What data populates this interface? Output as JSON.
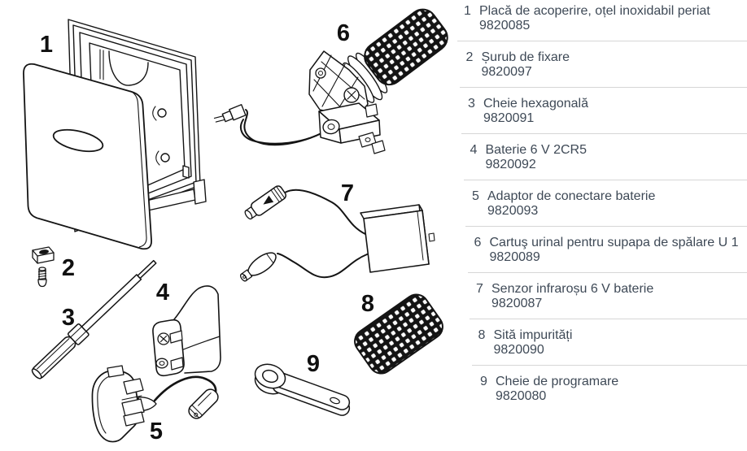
{
  "parts_list": {
    "items": [
      {
        "number": "1",
        "name": "Placă de acoperire, oțel inoxidabil periat",
        "article": "9820085"
      },
      {
        "number": "2",
        "name": "Șurub de fixare",
        "article": "9820097"
      },
      {
        "number": "3",
        "name": "Cheie hexagonală",
        "article": "9820091"
      },
      {
        "number": "4",
        "name": "Baterie 6 V 2CR5",
        "article": "9820092"
      },
      {
        "number": "5",
        "name": "Adaptor de conectare baterie",
        "article": "9820093"
      },
      {
        "number": "6",
        "name": "Cartuş urinal pentru supapa de spălare U 1",
        "article": "9820089"
      },
      {
        "number": "7",
        "name": "Senzor infraroșu 6 V baterie",
        "article": "9820087"
      },
      {
        "number": "8",
        "name": "Sită impurități",
        "article": "9820090"
      },
      {
        "number": "9",
        "name": "Cheie de programare",
        "article": "9820080"
      }
    ]
  },
  "colors": {
    "list_text": "#3e4956",
    "separator": "#d6d6d6",
    "line_art": "#141414"
  }
}
